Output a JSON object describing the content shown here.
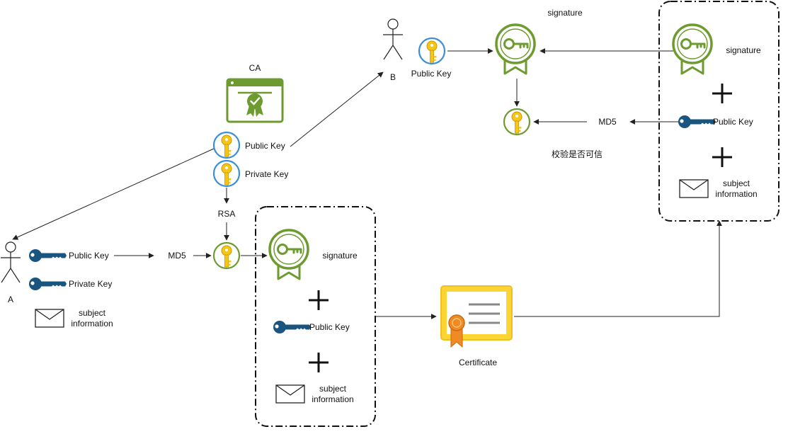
{
  "colors": {
    "green": "#6d9b2f",
    "gold": "#f5c518",
    "gold_dark": "#c99700",
    "navy": "#1a5580",
    "circle_blue": "#3a8fd6",
    "cert_yellow": "#fcd535",
    "cert_orange": "#f08a24",
    "line": "#222222"
  },
  "ca": {
    "label": "CA",
    "icon": "ca-certificate-window-icon"
  },
  "ca_keys": {
    "public_label": "Public Key",
    "private_label": "Private Key",
    "icon": "gold-key-circle-icon"
  },
  "rsa_label": "RSA",
  "actor_a": {
    "label": "A",
    "public_key_label": "Public Key",
    "private_key_label": "Private Key",
    "subject_line1": "subject",
    "subject_line2": "information"
  },
  "md5_a_label": "MD5",
  "bundle_a": {
    "signature_label": "signature",
    "public_key_label": "Public Key",
    "subject_line1": "subject",
    "subject_line2": "information",
    "plus_symbol": "+"
  },
  "certificate": {
    "label": "Certificate",
    "icon": "certificate-award-icon"
  },
  "actor_b": {
    "label": "B",
    "public_key_label": "Public Key"
  },
  "verify": {
    "signature_label": "signature",
    "md5_label": "MD5",
    "trust_check_label": "校验是否可信"
  },
  "bundle_b": {
    "signature_label": "signature",
    "public_key_label": "Public Key",
    "subject_line1": "subject",
    "subject_line2": "information",
    "plus_symbol": "+"
  }
}
